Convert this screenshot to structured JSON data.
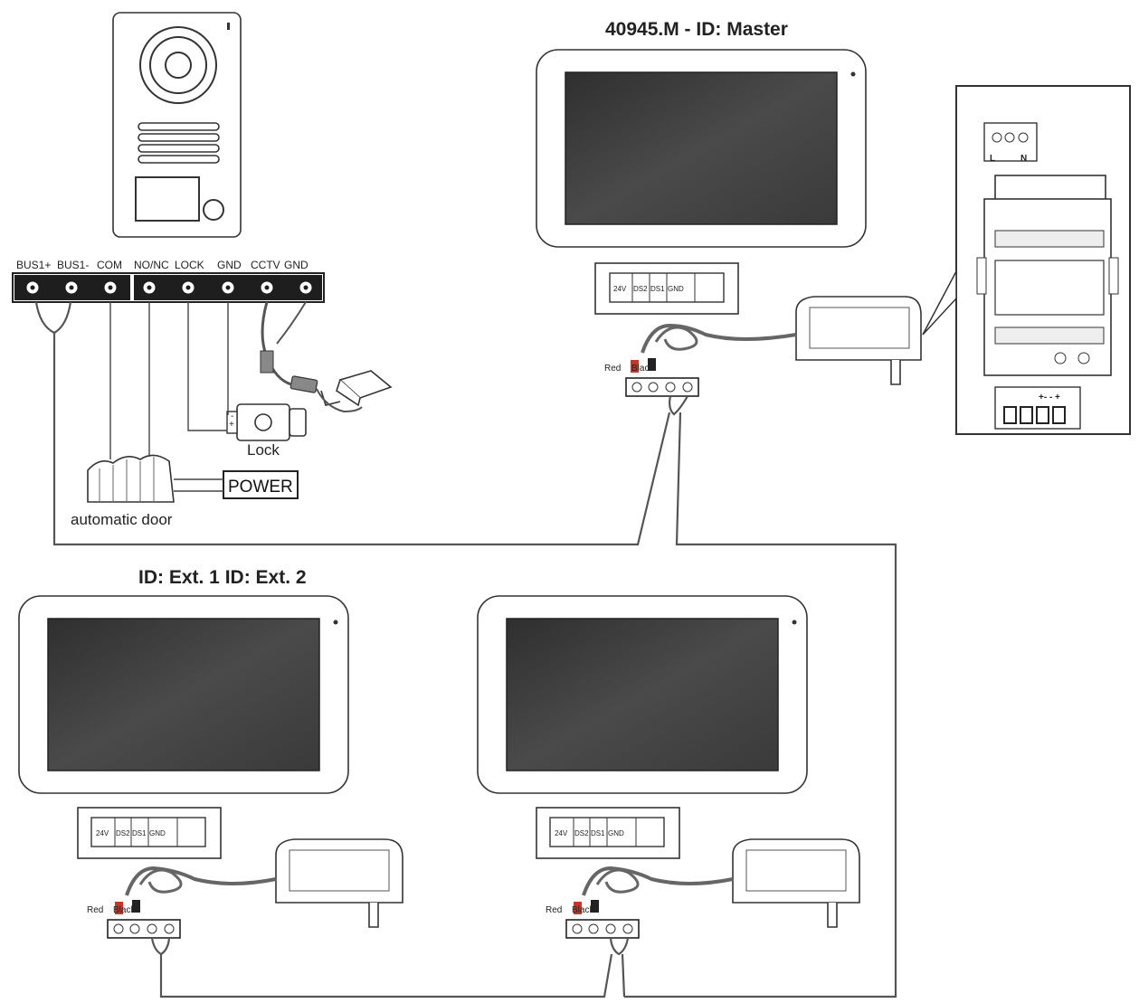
{
  "titles": {
    "master": "40945.M - ID: Master",
    "extensions": "ID: Ext. 1 ID: Ext. 2"
  },
  "door_station": {
    "terminals": [
      "BUS1+",
      "BUS1-",
      "COM",
      "NO/NC",
      "LOCK",
      "GND",
      "CCTV",
      "GND"
    ]
  },
  "labels": {
    "lock": "Lock",
    "lock_plus": "+",
    "lock_minus": "-",
    "power": "POWER",
    "automatic_door": "automatic door"
  },
  "monitor_terminals": {
    "t1": "24V",
    "t2": "DS2",
    "t3": "DS1",
    "t4": "GND"
  },
  "wire_labels": {
    "red": "Red",
    "black": "Black"
  },
  "din_supply": {
    "l": "L",
    "n": "N",
    "output": "+- - +"
  },
  "colors": {
    "screen": "#3a3a3a",
    "wire": "#555555",
    "red_wire": "#c0392b",
    "black_wire": "#222222"
  }
}
